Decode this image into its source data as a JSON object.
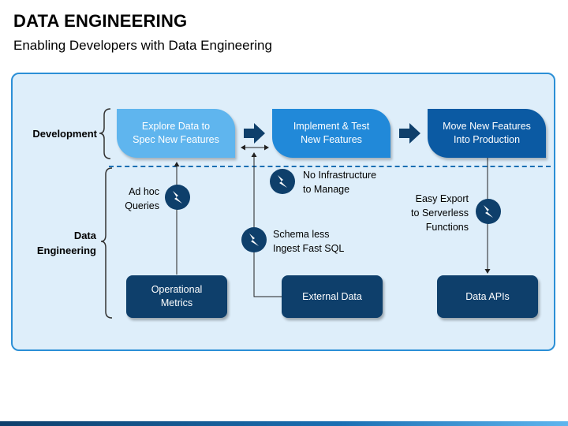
{
  "title": "DATA ENGINEERING",
  "subtitle": "Enabling Developers with Data Engineering",
  "rows": {
    "development": "Development",
    "data_engineering_line1": "Data",
    "data_engineering_line2": "Engineering"
  },
  "process": [
    {
      "line1": "Explore Data to",
      "line2": "Spec New Features"
    },
    {
      "line1": "Implement & Test",
      "line2": "New Features"
    },
    {
      "line1": "Move New Features",
      "line2": "Into Production"
    }
  ],
  "sources": [
    {
      "line1": "Operational",
      "line2": "Metrics"
    },
    {
      "line1": "External Data"
    },
    {
      "line1": "Data APIs"
    }
  ],
  "notes": {
    "adhoc": {
      "line1": "Ad hoc",
      "line2": "Queries"
    },
    "no_infra": {
      "line1": "No Infrastructure",
      "line2": "to Manage"
    },
    "schema": {
      "line1": "Schema less",
      "line2": "Ingest Fast SQL"
    },
    "export": {
      "line1": "Easy Export",
      "line2": "to Serverless",
      "line3": "Functions"
    }
  },
  "icons": {
    "bolt": "lightning-bolt-icon",
    "arrow": "right-arrow-icon"
  },
  "colors": {
    "panel_bg": "#deeefa",
    "panel_border": "#2b8fd6",
    "step1": "#5fb5ee",
    "step2": "#2189d9",
    "step3": "#0b5aa3",
    "source": "#0e3f6b"
  }
}
